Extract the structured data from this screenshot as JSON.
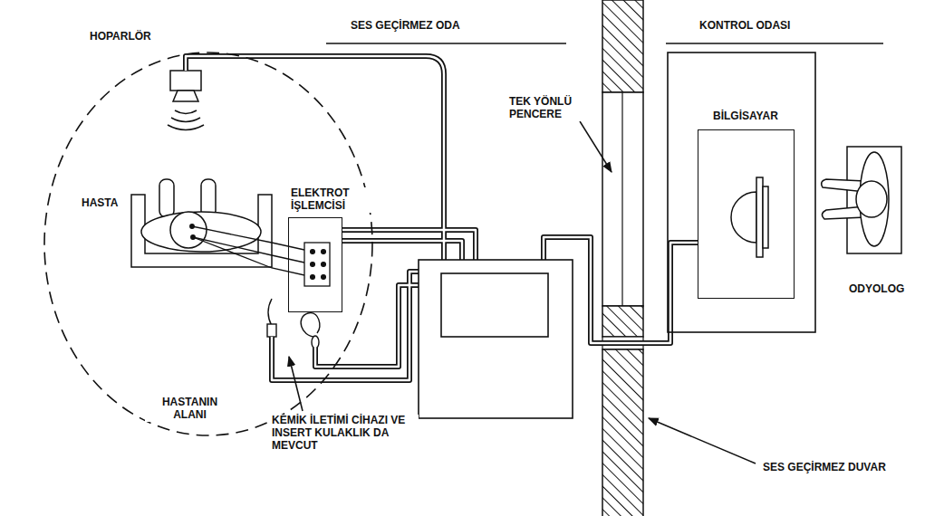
{
  "diagram": {
    "nodes": [
      {
        "text": [
          "HASTANIN ALANI"
        ]
      },
      {
        "text": [
          "ELEKTROT İŞLEMCİSİ"
        ],
        "in": 0
      },
      {
        "text": [
          "BİLGİSAYAR"
        ]
      }
    ],
    "labels": [
      "SES GEÇİRMEZ ODA",
      "KONTROL ODASI",
      "HOPARLÖR",
      "TEK YÖNLÜ PENCERE",
      "HASTA",
      "ODYOLOG",
      "KEMİK İLETİMİ CİHAZI VE INSERT KULAKLIK DA MEVCUT",
      "SES GEÇİRMEZ DUVAR"
    ]
  }
}
